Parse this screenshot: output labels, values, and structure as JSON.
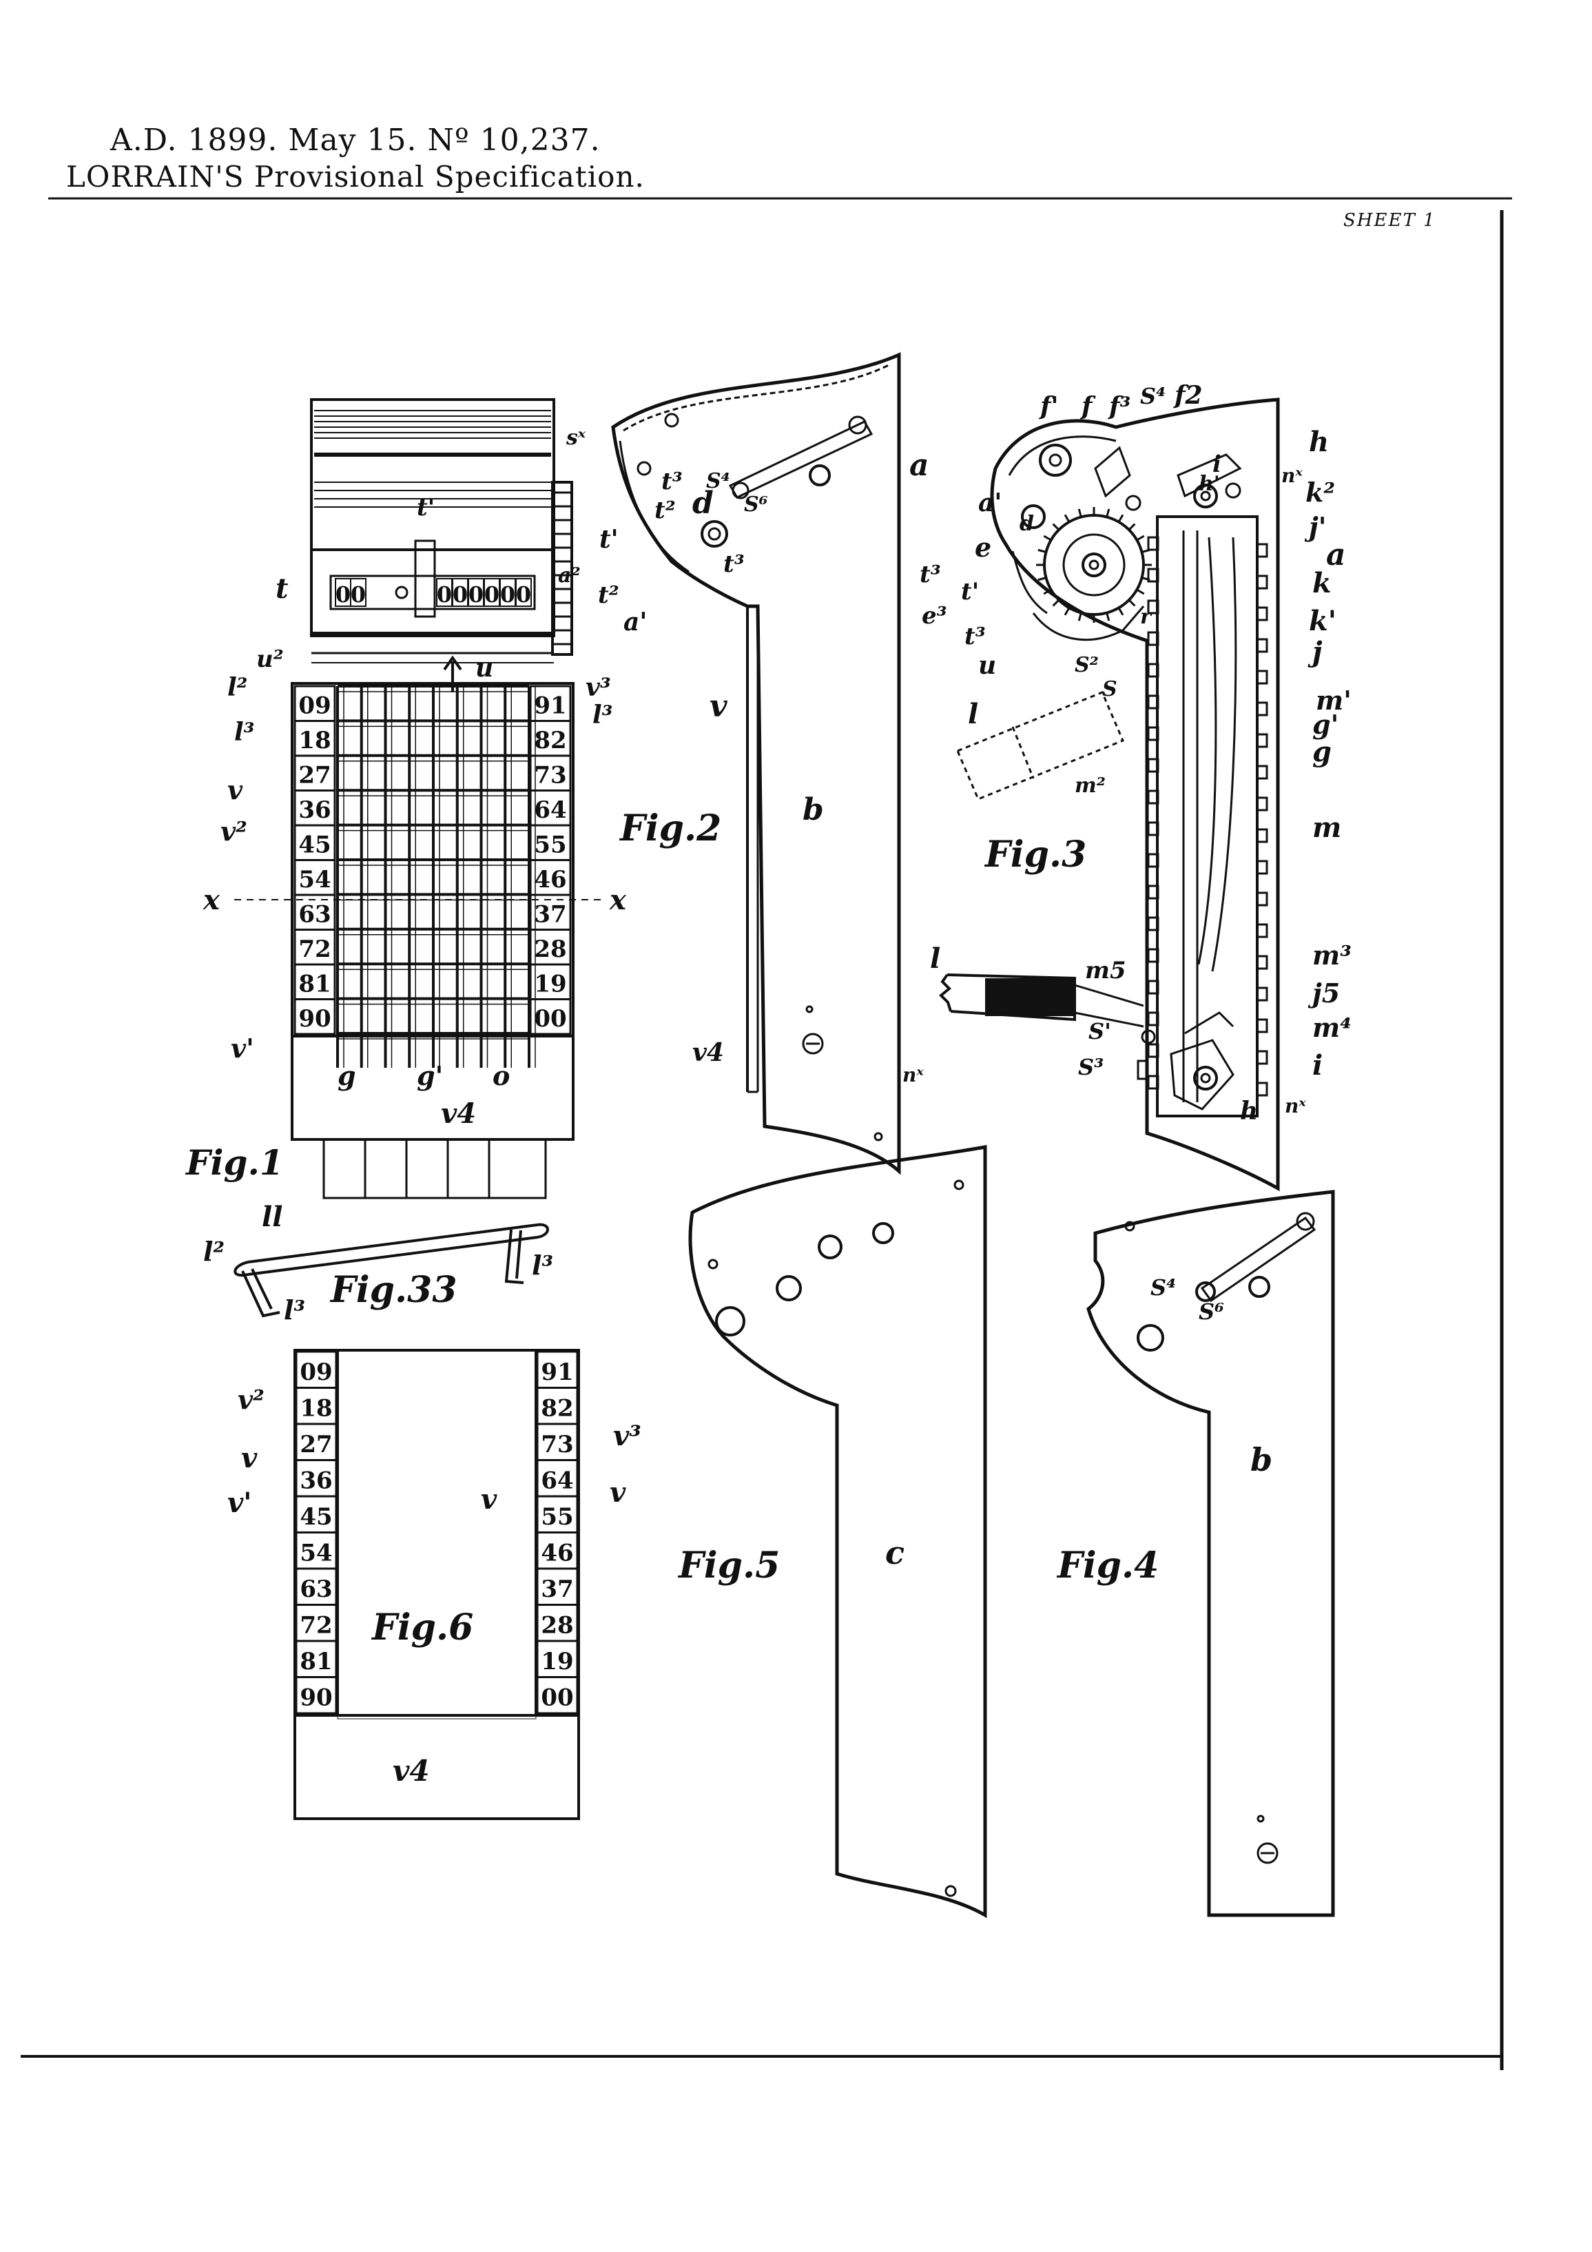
{
  "header": {
    "line1": "A.D. 1899. May 15. Nº 10,237.",
    "line2": "LORRAIN'S Provisional Specification.",
    "sheet": "SHEET 1"
  },
  "counter_digits": [
    "0",
    "0",
    "0",
    "0",
    "0",
    "0",
    "0",
    "0"
  ],
  "ladder_left": [
    "09",
    "18",
    "27",
    "36",
    "45",
    "54",
    "63",
    "72",
    "81",
    "90"
  ],
  "ladder_right": [
    "91",
    "82",
    "73",
    "64",
    "55",
    "46",
    "37",
    "28",
    "19",
    "00"
  ],
  "figures": {
    "fig1": "Fig.1",
    "fig2": "Fig.2",
    "fig3": "Fig.3",
    "fig4": "Fig.4",
    "fig5": "Fig.5",
    "fig6": "Fig.6",
    "fig33": "Fig.33"
  },
  "labels": {
    "fig1": {
      "sx": "sˣ",
      "t1": "t'",
      "t": "t",
      "a2": "a²",
      "u2": "u²",
      "u": "u",
      "l2": "l²",
      "l3": "l³",
      "v3": "v³",
      "l3r": "l³",
      "v": "v",
      "v2": "v²",
      "x": "x",
      "xr": "x",
      "v1": "v'",
      "g": "g",
      "g1": "g'",
      "o": "o",
      "v4": "v4",
      "ll": "ll"
    },
    "fig33": {
      "l2": "l²",
      "l3a": "l³",
      "l3b": "l³"
    },
    "fig6": {
      "v2": "v²",
      "v": "v",
      "v1": "v'",
      "v_mid": "v",
      "v3": "v³",
      "v_r": "v",
      "v4": "v4"
    },
    "fig2": {
      "s4": "S⁴",
      "s6": "S⁶",
      "t3": "t³",
      "d": "d",
      "t2": "t²",
      "t1": "t'",
      "t2b": "t²",
      "a1": "a'",
      "t3b": "t³",
      "a": "a",
      "v": "v",
      "b": "b",
      "v4": "v4",
      "nx": "nˣ"
    },
    "fig3": {
      "f1": "f'",
      "f": "f",
      "f3": "f³",
      "s4": "S⁴",
      "f2": "f2",
      "h": "h",
      "i": "i",
      "h1": "h'",
      "nx": "nˣ",
      "k2": "k²",
      "j1": "j'",
      "a1": "a'",
      "a": "a",
      "d": "d",
      "e": "e",
      "t3": "t³",
      "k": "k",
      "t1": "t'",
      "e3": "e³",
      "k1": "k'",
      "r": "r",
      "j": "j",
      "t3b": "t³",
      "u": "u",
      "s2": "S²",
      "s": "S",
      "m1": "m'",
      "g1": "g'",
      "g": "g",
      "l": "l",
      "m2": "m²",
      "m": "m",
      "m3": "m³",
      "j5": "j5",
      "m5": "m5",
      "m4": "m⁴",
      "s1": "S'",
      "s3": "S³",
      "i2": "i",
      "h2": "h",
      "nx2": "nˣ",
      "l2": "l"
    },
    "fig4": {
      "s4": "S⁴",
      "s6": "S⁶",
      "b": "b"
    },
    "fig5": {
      "c": "c"
    }
  }
}
